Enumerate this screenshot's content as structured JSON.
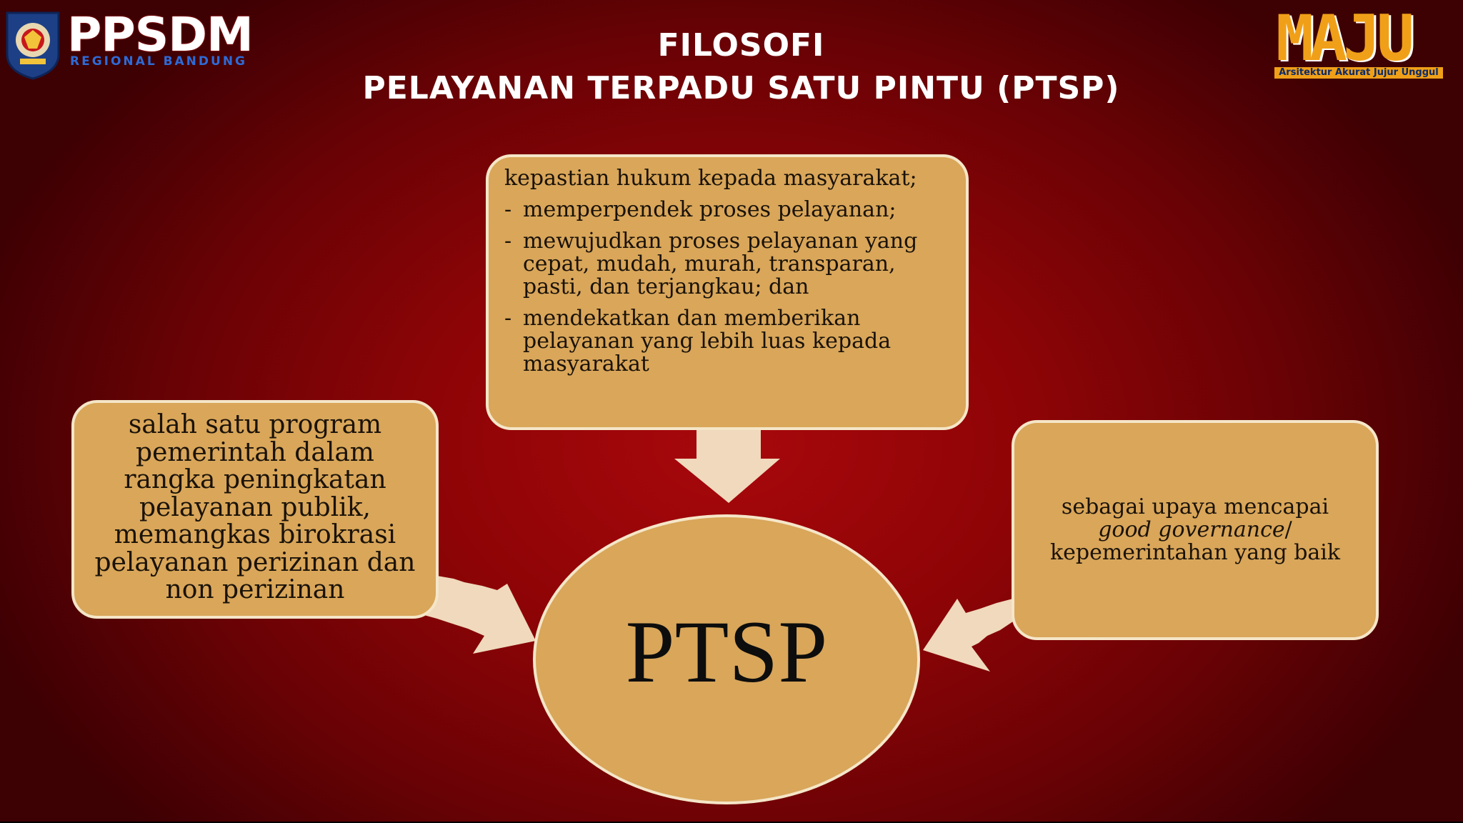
{
  "header": {
    "title_line1": "FILOSOFI",
    "title_line2": "PELAYANAN TERPADU SATU PINTU (PTSP)"
  },
  "logos": {
    "left_word": "PPSDM",
    "left_sub": "REGIONAL BANDUNG",
    "right_word": "MAJU",
    "right_tag": "Arsitektur Akurat Jujur Unggul"
  },
  "diagram": {
    "top_box": {
      "lead": "kepastian hukum kepada masyarakat;",
      "items": [
        "memperpendek proses pelayanan;",
        "mewujudkan proses pelayanan yang cepat,    mudah, murah, transparan, pasti, dan terjangkau; dan",
        "mendekatkan dan memberikan pelayanan yang lebih luas kepada masyarakat"
      ]
    },
    "left_box": {
      "text": "salah satu program pemerintah dalam rangka peningkatan pelayanan publik, memangkas birokrasi pelayanan perizinan dan non perizinan"
    },
    "right_box": {
      "line1": "sebagai upaya mencapai",
      "line2_italic": "good governance",
      "line2_suffix": "/",
      "line3": "kepemerintahan yang baik"
    },
    "center": {
      "label": "PTSP"
    }
  },
  "colors": {
    "background": "#8e0406",
    "box_fill": "#d9a65a",
    "box_border": "#f5e6c8",
    "arrow": "#f0d9bd"
  }
}
